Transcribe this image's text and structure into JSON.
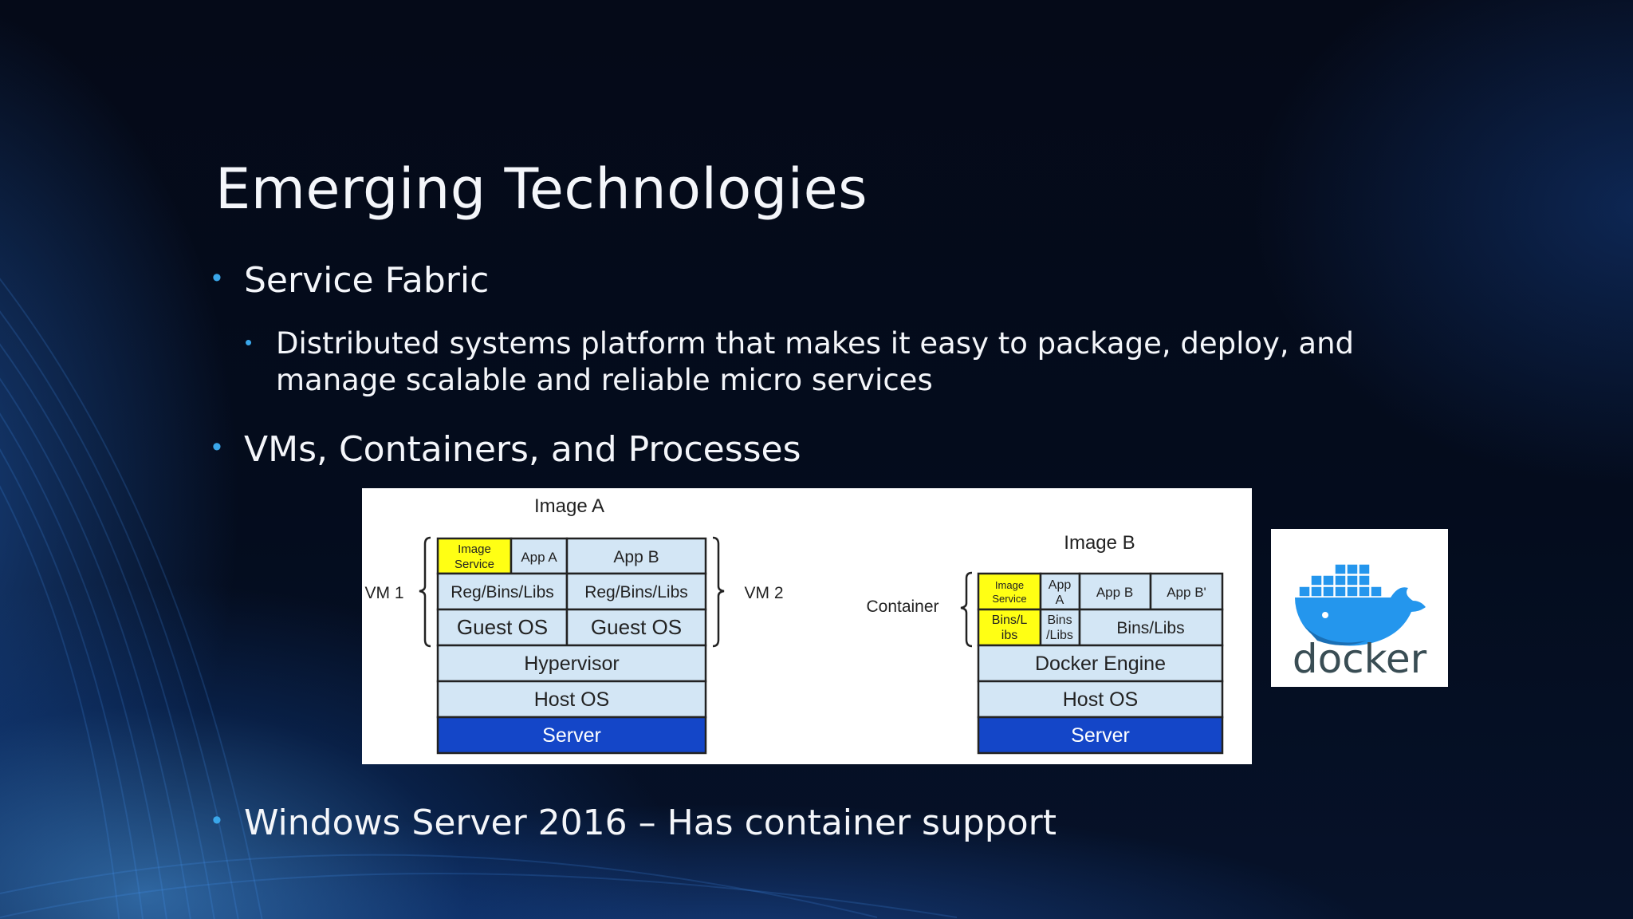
{
  "slide": {
    "title": "Emerging Technologies",
    "bullets": [
      {
        "text": "Service Fabric"
      },
      {
        "text": "Distributed systems platform that makes it easy to package, deploy, and",
        "text2": "manage scalable and reliable micro services"
      },
      {
        "text": "VMs, Containers, and Processes"
      },
      {
        "text": "Windows Server 2016 – Has container support"
      }
    ],
    "bullet_glyph": "•",
    "accent_color": "#3aa7ea"
  },
  "diagram": {
    "vm_side": {
      "image_label": "Image A",
      "vm1_label": "VM 1",
      "vm2_label": "VM 2",
      "image_service": "Image Service",
      "app_a": "App A",
      "app_b": "App B",
      "libs_1": "Reg/Bins/Libs",
      "libs_2": "Reg/Bins/Libs",
      "guest_os_1": "Guest OS",
      "guest_os_2": "Guest OS",
      "hypervisor": "Hypervisor",
      "host_os": "Host OS",
      "server": "Server"
    },
    "container_side": {
      "image_label": "Image B",
      "container_label": "Container",
      "image_service": "Image Service",
      "app_a": "App A",
      "app_b": "App B",
      "app_b_prime": "App B'",
      "bins_libs_1": "Bins/L ibs",
      "bins_libs_2": "Bins /Libs",
      "bins_libs_3": "Bins/Libs",
      "docker_engine": "Docker Engine",
      "host_os": "Host OS",
      "server": "Server"
    },
    "colors": {
      "cell": "#d3e6f5",
      "highlight": "#ffff14",
      "server": "#1446c8"
    }
  },
  "docker_logo": {
    "wordmark": "docker",
    "color": "#2496ed"
  }
}
